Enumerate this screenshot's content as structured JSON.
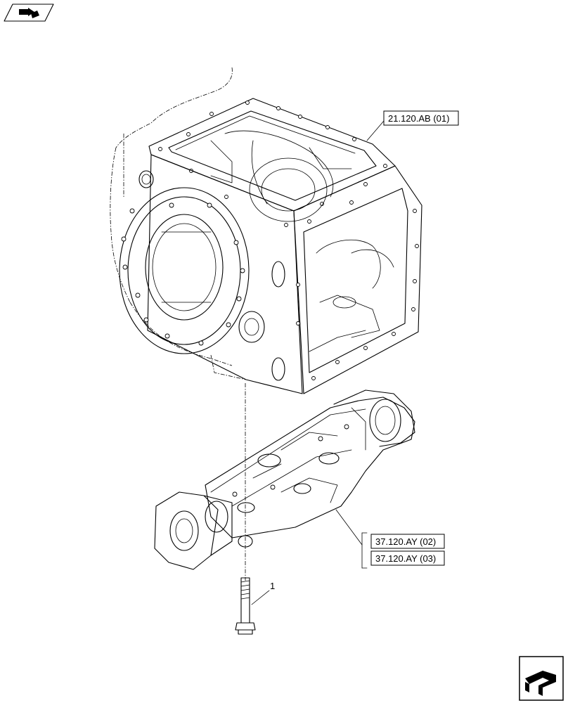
{
  "references": {
    "transmission_housing": "21.120.AB (01)",
    "axle_support_a": "37.120.AY (02)",
    "axle_support_b": "37.120.AY (03)"
  },
  "callouts": {
    "bolt": "1"
  },
  "icons": {
    "top_left": "kit-symbol-icon",
    "bottom_right": "page-navigation-icon"
  }
}
